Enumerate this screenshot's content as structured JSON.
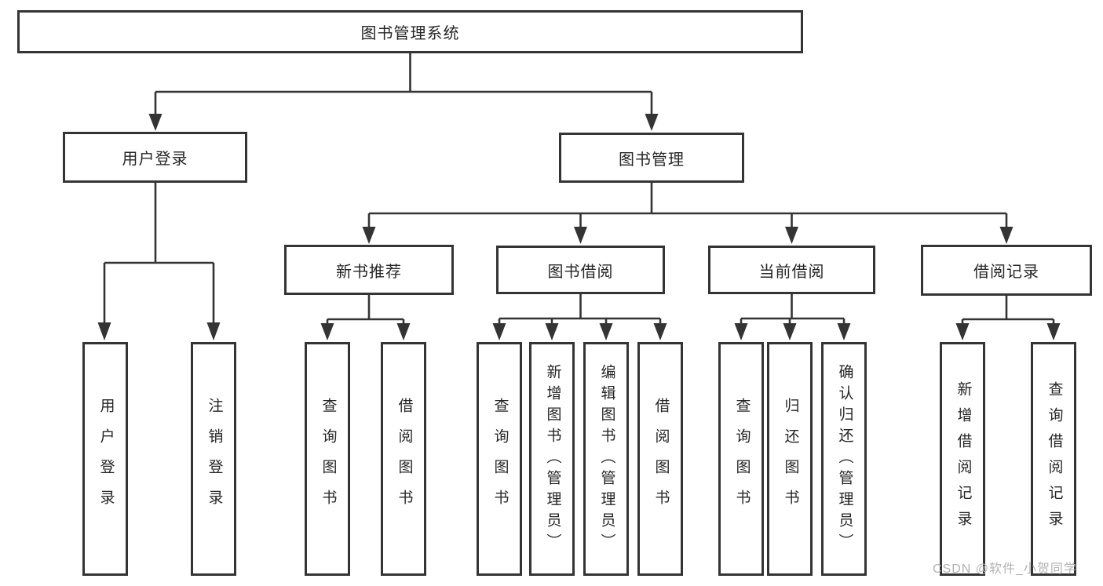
{
  "diagram": {
    "title": "图书管理系统",
    "level1": [
      {
        "label": "用户登录"
      },
      {
        "label": "图书管理"
      }
    ],
    "level2": [
      {
        "label": "新书推荐"
      },
      {
        "label": "图书借阅"
      },
      {
        "label": "当前借阅"
      },
      {
        "label": "借阅记录"
      }
    ],
    "leaves": [
      {
        "label": "用户登录"
      },
      {
        "label": "注销登录"
      },
      {
        "label": "查询图书"
      },
      {
        "label": "借阅图书"
      },
      {
        "label": "查询图书"
      },
      {
        "label": "新增图书（管理员）"
      },
      {
        "label": "编辑图书（管理员）"
      },
      {
        "label": "借阅图书"
      },
      {
        "label": "查询图书"
      },
      {
        "label": "归还图书"
      },
      {
        "label": "确认归还（管理员）"
      },
      {
        "label": "新增借阅记录"
      },
      {
        "label": "查询借阅记录"
      }
    ]
  },
  "watermark": {
    "text": "CSDN @软件_小贺同学"
  },
  "colors": {
    "line": "#343434",
    "box_border": "#343434",
    "text": "#262626",
    "watermark_text": "#b3b3b3",
    "background": "#ffffff"
  }
}
